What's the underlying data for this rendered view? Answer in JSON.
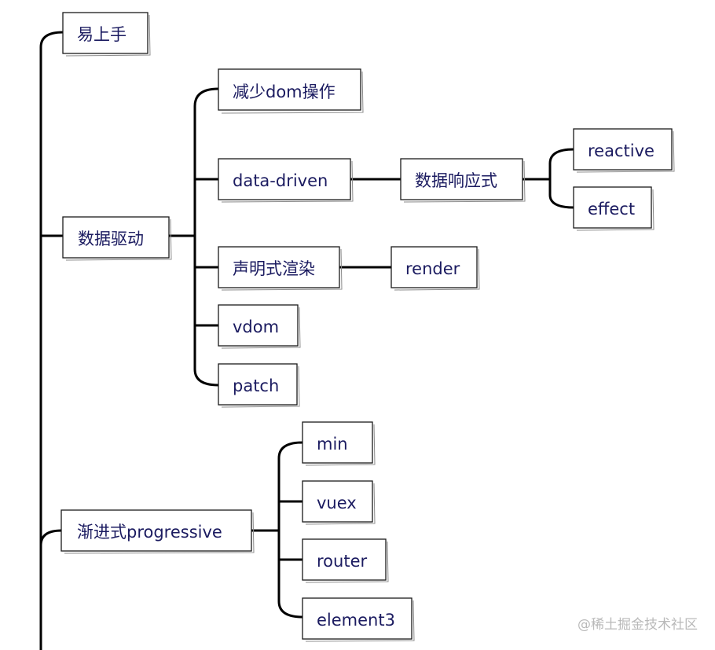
{
  "nodes": {
    "yishangshou": "易上手",
    "shuju_qudong": "数据驱动",
    "jianshao_dom": "减少dom操作",
    "data_driven": "data-driven",
    "shuju_xiangying": "数据响应式",
    "reactive": "reactive",
    "effect": "effect",
    "shengming_xuanran": "声明式渲染",
    "render": "render",
    "vdom": "vdom",
    "patch": "patch",
    "jianjinshi": "渐进式progressive",
    "min": "min",
    "vuex": "vuex",
    "router": "router",
    "element3": "element3"
  },
  "watermark": "@稀土掘金技术社区"
}
